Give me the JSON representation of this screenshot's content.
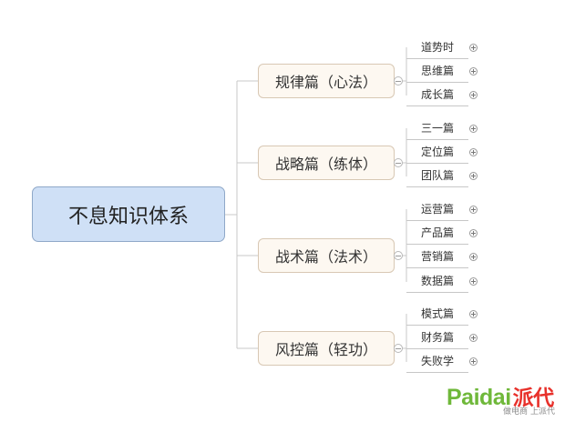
{
  "root": {
    "label": "不息知识体系"
  },
  "branches": [
    {
      "label": "规律篇（心法）",
      "children": [
        "道势时",
        "思维篇",
        "成长篇"
      ]
    },
    {
      "label": "战略篇（练体）",
      "children": [
        "三一篇",
        "定位篇",
        "团队篇"
      ]
    },
    {
      "label": "战术篇（法术）",
      "children": [
        "运营篇",
        "产品篇",
        "营销篇",
        "数据篇"
      ]
    },
    {
      "label": "风控篇（轻功）",
      "children": [
        "模式篇",
        "财务篇",
        "失败学"
      ]
    }
  ],
  "watermark": {
    "brand_latin": "Paidai",
    "brand_cn": "派代",
    "tagline": "做电商 上派代"
  },
  "colors": {
    "root_fill": "#cfe0f6",
    "branch_fill": "#fdf8f1",
    "connector": "#c9c9c9",
    "brand_green": "#6fb83a",
    "brand_red": "#e8312b"
  }
}
